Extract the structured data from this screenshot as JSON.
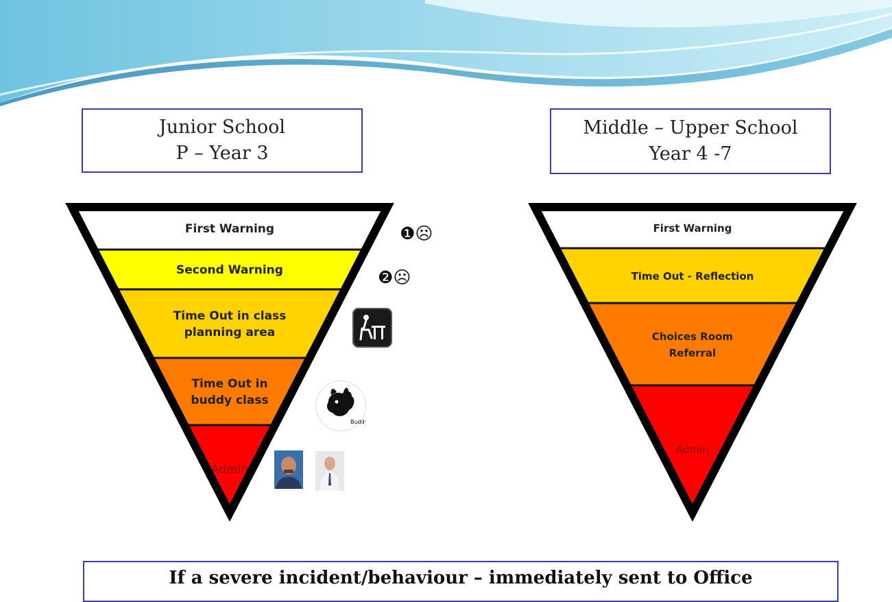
{
  "junior": {
    "title_line1": "Junior School",
    "title_line2": "P – Year 3",
    "levels": [
      {
        "label_lines": [
          "First Warning"
        ],
        "color": "#ffffff"
      },
      {
        "label_lines": [
          "Second Warning"
        ],
        "color": "#ffff00"
      },
      {
        "label_lines": [
          "Time Out in class",
          "planning area"
        ],
        "color": "#ffd200"
      },
      {
        "label_lines": [
          "Time Out in",
          "buddy class"
        ],
        "color": "#ff7b00"
      },
      {
        "label_lines": [
          "Admin"
        ],
        "color": "#ff0000"
      }
    ],
    "icons": {
      "first": "❶☹",
      "second": "❷☹",
      "desk": "desk-icon",
      "buddy": "buddy-icon",
      "buddy_text": "Buddy"
    }
  },
  "middle": {
    "title_line1": "Middle – Upper School",
    "title_line2": "Year 4 -7",
    "levels": [
      {
        "label_lines": [
          "First Warning"
        ],
        "color": "#ffffff"
      },
      {
        "label_lines": [
          "Time Out - Reflection"
        ],
        "color": "#ffd200"
      },
      {
        "label_lines": [
          "Choices Room",
          "Referral"
        ],
        "color": "#ff7b00"
      },
      {
        "label_lines": [
          "Admin"
        ],
        "color": "#ff0000"
      }
    ]
  },
  "footer": {
    "text": "If a severe incident/behaviour – immediately sent to Office"
  },
  "colors": {
    "border_blue": "#3b3bb0",
    "wave_light": "#bfe6f2",
    "wave_mid": "#5fb7d8",
    "wave_dark": "#2a86b8"
  }
}
